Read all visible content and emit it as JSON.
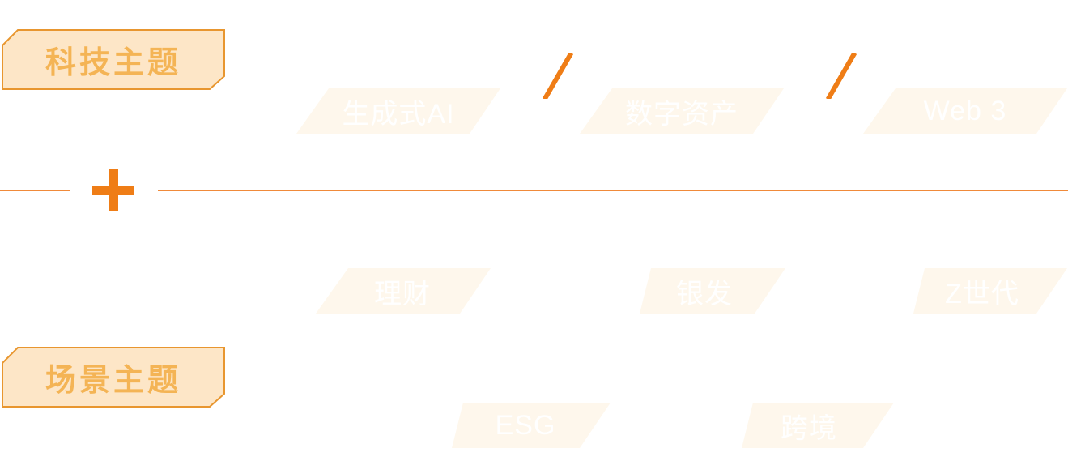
{
  "tech": {
    "badge": "科技主题",
    "tags": [
      "生成式AI",
      "数字资产",
      "Web 3"
    ]
  },
  "scene": {
    "badge": "场景主题",
    "tags": [
      "理财",
      "银发",
      "Z世代",
      "ESG",
      "跨境"
    ]
  },
  "colors": {
    "accent": "#ef7d16",
    "badge_fill": "#fde6c7",
    "badge_border": "#e8962f",
    "badge_text": "#f4b455",
    "tag_fill": "#fef7ec",
    "line": "#f08a3a"
  },
  "icons": {
    "plus": "plus-icon",
    "divider": "slash-icon"
  }
}
